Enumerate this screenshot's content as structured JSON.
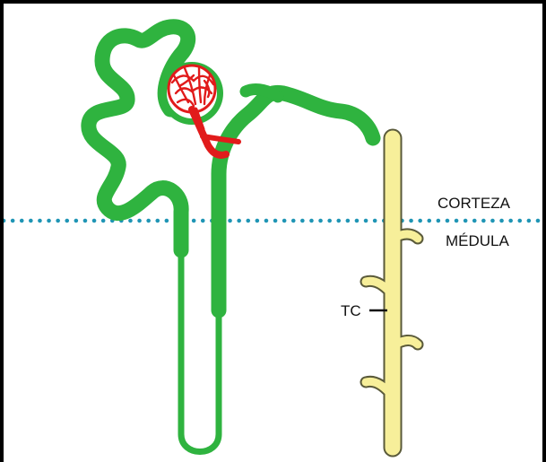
{
  "labels": {
    "cortex": "CORTEZA",
    "medulla": "MÉDULA",
    "collecting_tubule": "TC"
  },
  "colors": {
    "tubule": "#2fb33f",
    "collecting_duct_fill": "#f7ef9a",
    "collecting_duct_stroke": "#5a5a3a",
    "glomerulus": "#e11b1b",
    "boundary_line": "#1f95b5",
    "frame": "#000000"
  }
}
